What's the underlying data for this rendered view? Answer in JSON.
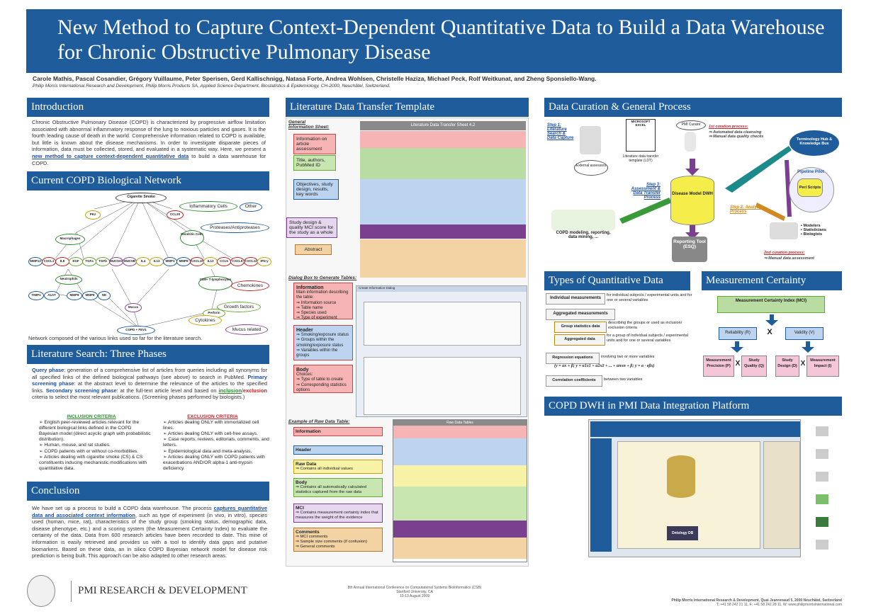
{
  "title": "New Method to Capture Context-Dependent Quantitative Data to Build a Data Warehouse for Chronic Obstructive Pulmonary Disease",
  "authors": "Carole Mathis, Pascal Cosandier, Grégory Vuillaume, Peter Sperisen, Gerd Kallischnigg, Natasa Forte, Andrea Wohlsen, Christelle Haziza, Michael Peck, Rolf Weitkunat, and Zheng Sponsiello-Wang.",
  "affiliation": "Philip Morris International Research and Development, Philip Morris Products SA, Applied Science Department, Biostatistics & Epidemiology, CH-2000, Neuchâtel, Switzerland.",
  "intro": {
    "heading": "Introduction",
    "text": "Chronic Obstructive Pulmonary Disease (COPD) is characterized by progressive airflow limitation associated with abnormal inflammatory response of the lung to noxious particles and gases. It is the fourth leading cause of death in the world. Comprehensive information related to COPD is available, but little is known about the disease mechanisms. In order to investigate disparate pieces of information, data must be collected, stored, and evaluated in a systematic way. Here, we present a",
    "highlight": "new method to capture context-dependent quantitative data",
    "tail": "to build a data warehouse for COPD."
  },
  "network": {
    "heading": "Current COPD Biological Network",
    "caption": "Network composed of the various links used so far for the literature search.",
    "categories": [
      "Inflammatory Cells",
      "Other",
      "Proteases/Antiproteases",
      "Chemokines",
      "Growth factors",
      "Cytokines",
      "Mucus related"
    ],
    "nodes": [
      "Cigarette Smoke",
      "PKz",
      "CCL20",
      "Macrophages",
      "Dendritic Cells",
      "Neutrophils",
      "CD8+ T-lymphocytes",
      "Mucus",
      "Perforin",
      "COPD + FEV1",
      "MMP12",
      "CXCL1",
      "IL8",
      "EGF",
      "TGFa",
      "TGFb",
      "MUC5AC",
      "MUC5B",
      "IL4",
      "IL13",
      "MMP1",
      "MMP9",
      "CXCL10",
      "IL13",
      "CCL5",
      "CXCL9",
      "CXCL11",
      "IFN-y",
      "TIMP1",
      "A1AT",
      "MMP9",
      "MMP8",
      "NE"
    ]
  },
  "litsearch": {
    "heading": "Literature Search: Three Phases",
    "p1_label": "Query phase",
    "p1_text": ": generation of a comprehensive list of articles from queries including all synonyms for all specified links of the defined biological pathways (see above) to search in PubMed.",
    "p2_label": "Primary screening phase",
    "p2_text": ": at the abstract level to determine the relevance of the articles to the specified links.",
    "p3_label": "Secondary screening phase",
    "p3_text": ": at the full-text article level and based on",
    "inc_word": "inclusion",
    "slash": "/",
    "exc_word": "exclusion",
    "p3_tail": "criteria to select the most relevant publications. (Screening phases performed by biologists.)",
    "inclusion_title": "INCLUSION CRITERIA",
    "exclusion_title": "EXCLUSION CRITERIA",
    "inclusion": [
      "English peer-reviewed articles relevant for the different biological links defined in the COPD Bayesian model (direct acyclic graph with probabilistic distribution).",
      "Human, mouse, and rat studies.",
      "COPD patients with or without co-morbidities.",
      "Articles dealing with cigarette smoke (CS) & CS constituents inducing mechanistic modifications with quantitative data."
    ],
    "exclusion": [
      "Articles dealing ONLY with immortalized cell lines.",
      "Articles dealing ONLY with cell-free assays.",
      "Case reports, reviews, editorials, comments, and letters.",
      "Epidemiological data and meta-analysis.",
      "Articles dealing ONLY with COPD patients with exacerbations AND/OR alpha-1 anti-trypsin deficiency."
    ]
  },
  "conclusion": {
    "heading": "Conclusion",
    "t1": "We have set up a process to build a COPD data warehouse. The process",
    "h1": "captures quantitative data and associated context information",
    "t2": ", such as type of experiment (in vivo, in vitro), species used (human, mice, rat), characteristics of the study group (smoking status, demographic data, disease phenotype, etc.) and a scoring system (the Measurement Certainty Index) to evaluate the certainty of the data.",
    "t3": "Data from 600 research articles have been recorded to date. This mine of information is easily retrieved and provides us with a tool to identify data gaps and putative biomarkers. Based on these data, an in silico COPD Bayesian network model for disease risk prediction is being built. This approach can be also adapted to other research areas."
  },
  "template": {
    "heading": "Literature Data Transfer Template",
    "general_label": "General Information Sheet:",
    "sheet_title": "Literature Data Transfer Sheet 4.2",
    "general_items": [
      "Information on article assessment",
      "Title, authors, PubMed ID",
      "Objectives, study design, results, key words",
      "Study design & quality MCI score for the study as a whole",
      "Abstract"
    ],
    "dialog_label": "Dialog Box to Generate Tables:",
    "dialog_title": "Create Information Dialog",
    "dialog_items": [
      {
        "title": "Information",
        "desc": "Main information describing the table:",
        "bullets": [
          "Information source",
          "Table name",
          "Species used",
          "Type of experiment"
        ]
      },
      {
        "title": "Header",
        "desc": "",
        "bullets": [
          "Smoking/exposure status",
          "Groups within the smoking/exposure status",
          "Variables within the groups"
        ]
      },
      {
        "title": "Body",
        "desc": "Choices:",
        "bullets": [
          "Type of table to create",
          "Corresponding statistics options"
        ]
      }
    ],
    "raw_label": "Example of Raw Data Table:",
    "raw_title": "Raw Data Tables",
    "raw_items": [
      {
        "title": "Information",
        "bullets": []
      },
      {
        "title": "Header",
        "bullets": []
      },
      {
        "title": "Raw Data",
        "bullets": [
          "Contains all individual values"
        ]
      },
      {
        "title": "Body",
        "bullets": [
          "Contains all automatically calculated statistics captured from the raw data"
        ]
      },
      {
        "title": "MCI",
        "bullets": [
          "Contains measurement certainty index that measures the weight of the evidence"
        ]
      },
      {
        "title": "Comments",
        "bullets": [
          "MCI comments",
          "Sample size comments (if confusion)",
          "General comments"
        ]
      }
    ]
  },
  "curation": {
    "heading": "Data Curation & General Process",
    "step1": "Step 1: Literature Search & Data Capture",
    "external": "External assessors",
    "excel": "MICROSOFT EXCEL",
    "ldt": "Literature data transfer template (LDT)",
    "curator": "PMI Curator",
    "first_title": "1st curation process:",
    "first_items": [
      "Automated data cleansing",
      "Manual data quality checks"
    ],
    "hub": "Terminology Hub & Knowledge Bus",
    "dwh": "Disease Model DWH",
    "step3": "Step 3: Assessment & Data Transfer Process",
    "pipeline": "Pipeline Pilot",
    "perl": "Perl Scripts",
    "step2": "Step 2: Analysis Process",
    "reporting": "Reporting Tool",
    "esq": "(ESQ)",
    "modeling": "COPD modeling, reporting, data mining, ...",
    "roles": [
      "Modelers",
      "Statisticians",
      "Biologists"
    ],
    "second_title": "2nd curation process:",
    "second_items": [
      "Manual data assessment"
    ]
  },
  "types": {
    "heading": "Types of Quantitative Data",
    "individual": "Individual measurements",
    "individual_desc": "for individual subjects / experimental units and for one or several variables",
    "aggregated": "Aggregated measurements",
    "group_stat": "Group statistics data",
    "group_stat_desc": "describing the groups or used as inclusion/ exclusion criteria",
    "agg_data": "Aggregated data",
    "agg_data_desc": "for a group of individual subjects / experimental units and for one or several variables",
    "regression": "Regression equations",
    "regression_desc": "involving two or more variables",
    "equation": "(y = αx + β; y = α1x1 + α2x2 + ... + αnxn + β; y = α · eβx)",
    "correlation": "Correlation coefficients",
    "correlation_desc": "between two variables"
  },
  "certainty": {
    "heading": "Measurement Certainty",
    "mci": "Measurement Certainty Index (MCI)",
    "reliability": "Reliability (R)",
    "validity": "Validity (V)",
    "x": "X",
    "boxes": [
      "Measurement Precision (P)",
      "Study Quality (Q)",
      "Study Design (D)",
      "Measurement Impact (I)"
    ]
  },
  "dwh": {
    "heading": "COPD DWH in PMI Data Integration Platform",
    "ontology": "Ontology DB"
  },
  "footer": {
    "org": "PMI RESEARCH & DEVELOPMENT",
    "conf1": "8th Annual International Conference on Computational Systems Bioinformatics (CSB)",
    "conf2": "Stanford University, CA",
    "conf3": "10-13 August 2009",
    "addr1": "Philip Morris International Research & Development, Quai Jeanrenaud 5, 2000 Neuchâtel, Switzerland",
    "addr2": "T: +41 58 242 21 11, F: +41 58 242 28 11, W: www.philipmorrisinternational.com"
  },
  "colors": {
    "banner": "#1f5c9b",
    "pink": "#f4c6d7",
    "green": "#c8e6b0",
    "purple": "#7a3f8f",
    "orange": "#f3d3a4",
    "blue_lbl": "#bcd4f0"
  }
}
